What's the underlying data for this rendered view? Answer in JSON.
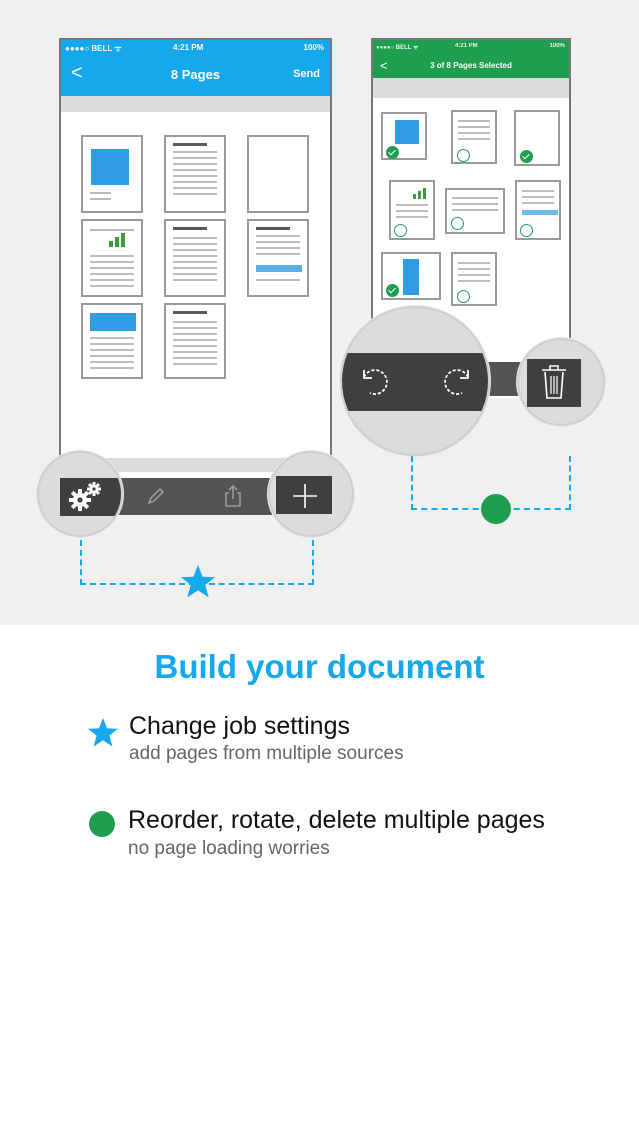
{
  "phone_left": {
    "status": {
      "carrier": "●●●●○ BELL ᯤ",
      "time": "4:21 PM",
      "battery": "100%"
    },
    "title": "8 Pages",
    "back": "<",
    "send": "Send"
  },
  "phone_right": {
    "status": {
      "carrier": "●●●●○ BELL ᯤ",
      "time": "4:21 PM",
      "battery": "100%"
    },
    "title": "3 of 8 Pages Selected",
    "back": "<"
  },
  "heading": "Build your document",
  "features": [
    {
      "title": "Change job settings",
      "subtitle": "add pages from multiple sources",
      "marker": "star",
      "color": "#15a8ea"
    },
    {
      "title": "Reorder, rotate, delete multiple pages",
      "subtitle": "no page loading worries",
      "marker": "circle",
      "color": "#1f9e4f"
    }
  ],
  "colors": {
    "accent_blue": "#15a8ea",
    "accent_green": "#1f9e4f",
    "toolbar": "#545454"
  },
  "icons": [
    "gear-icon",
    "pencil-icon",
    "share-icon",
    "plus-icon",
    "rotate-left-icon",
    "rotate-right-icon",
    "trash-icon",
    "star-icon",
    "circle-icon"
  ]
}
